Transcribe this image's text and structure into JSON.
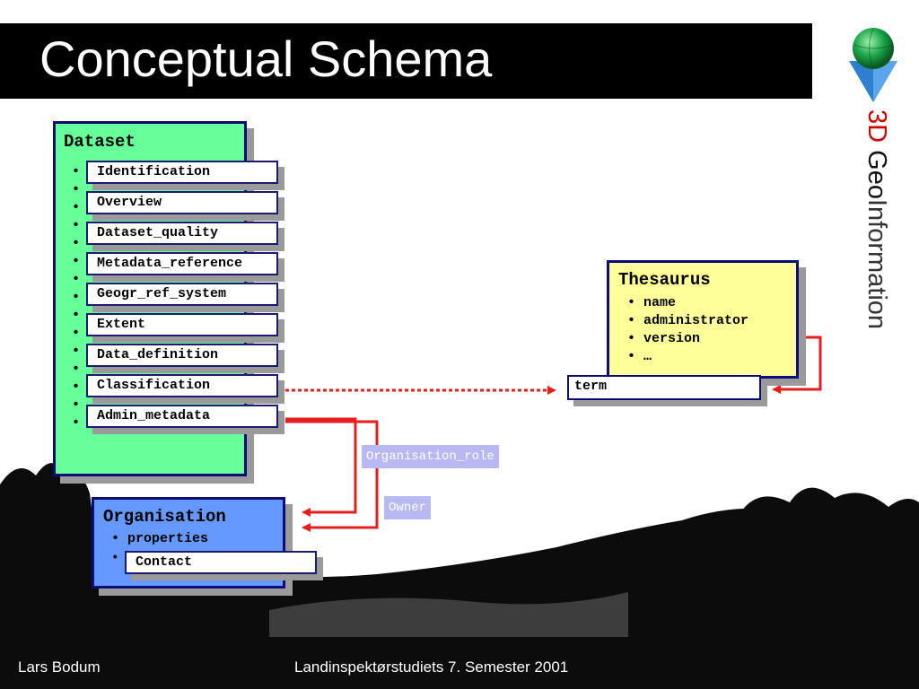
{
  "slide": {
    "title": "Conceptual Schema",
    "brand": {
      "part1": "3D",
      "part2": " Geo",
      "part3": "Information"
    },
    "footer": {
      "author": "Lars Bodum",
      "course": "Landinspektørstudiets 7. Semester 2001"
    }
  },
  "dataset": {
    "title": "Dataset",
    "items": [
      "Identification",
      "Overview",
      "Dataset_quality",
      "Metadata_reference",
      "Geogr_ref_system",
      "Extent",
      "Data_definition",
      "Classification",
      "Admin_metadata"
    ]
  },
  "thesaurus": {
    "title": "Thesaurus",
    "attributes": [
      "name",
      "administrator",
      "version",
      "…"
    ],
    "term": "term"
  },
  "organisation": {
    "title": "Organisation",
    "attributes": [
      "properties"
    ],
    "contact": "Contact"
  },
  "relations": {
    "organisation_role": "Organisation_role",
    "owner": "Owner"
  },
  "colors": {
    "dataset_fill": "#66ff99",
    "thesaurus_fill": "#ffff99",
    "organisation_fill": "#6699ff",
    "border": "#0d0d7a",
    "connector": "#e61e1e",
    "role_label_fill": "#b8b8f2"
  }
}
